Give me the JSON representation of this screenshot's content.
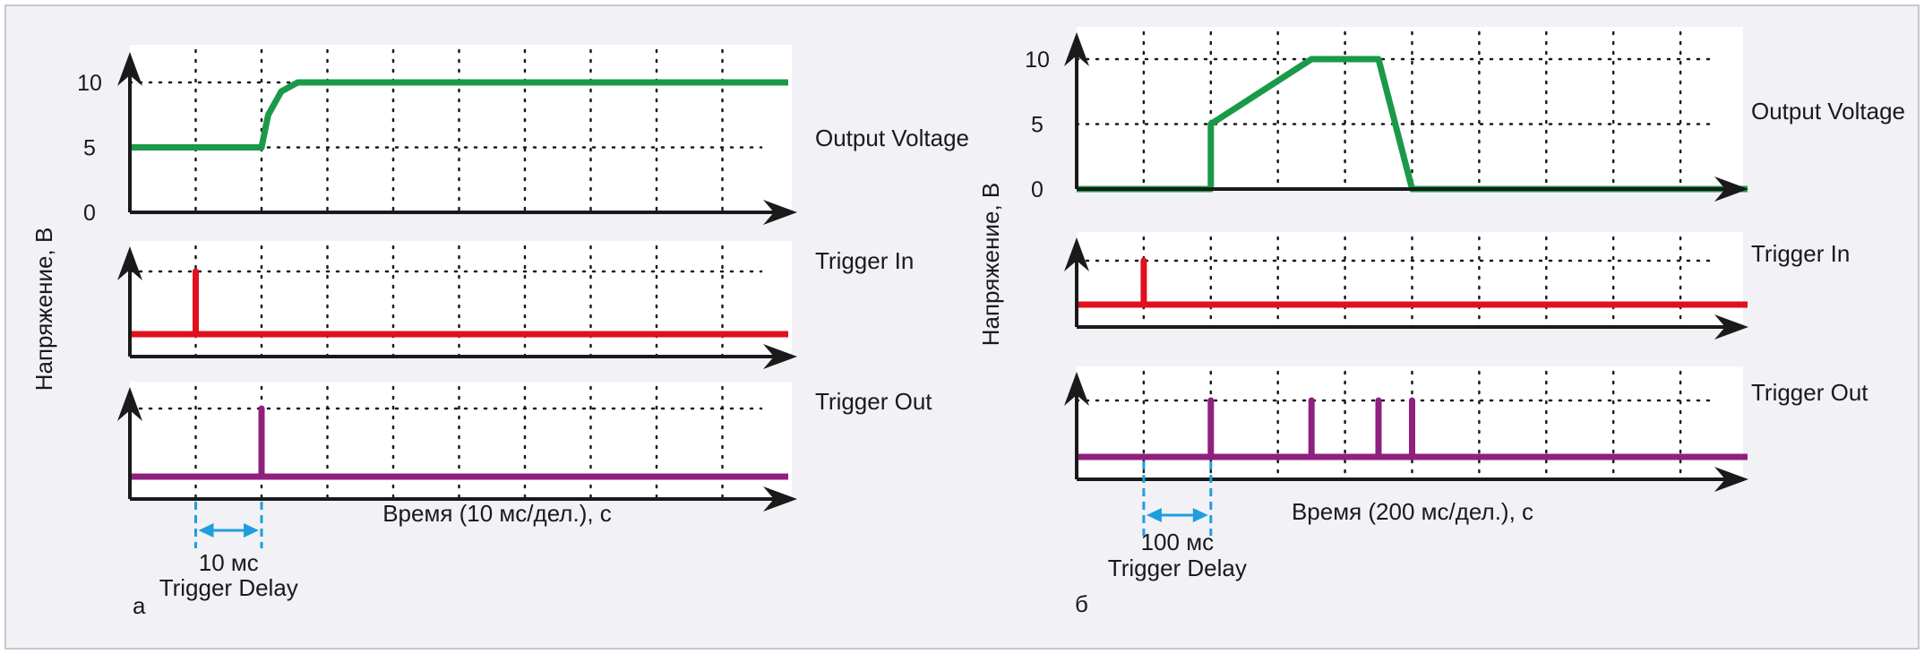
{
  "chart_data": [
    {
      "type": "line",
      "panel_label": "а",
      "ylabel": "Напряжение, В",
      "xlabel": "Время (10 мс/дел.), с",
      "x_divisions": 10,
      "x_unit_per_division": "10 мс",
      "subplots": [
        {
          "signal": "Output Voltage",
          "color": "#1a9a48",
          "yticks": [
            "10",
            "5",
            "0"
          ],
          "ylim": [
            0,
            12
          ],
          "points": [
            [
              0,
              5
            ],
            [
              2,
              5
            ],
            [
              2.1,
              7.5
            ],
            [
              2.3,
              9.3
            ],
            [
              2.55,
              10
            ],
            [
              10,
              10
            ]
          ]
        },
        {
          "signal": "Trigger In",
          "color": "#e0101e",
          "yticks": [],
          "ylim": [
            0,
            1.35
          ],
          "points": [
            [
              0,
              0
            ],
            [
              1,
              0
            ],
            [
              1,
              1
            ],
            [
              1,
              0
            ],
            [
              10,
              0
            ]
          ]
        },
        {
          "signal": "Trigger Out",
          "color": "#90207f",
          "yticks": [],
          "ylim": [
            0,
            1.35
          ],
          "points": [
            [
              0,
              0
            ],
            [
              2,
              0
            ],
            [
              2,
              1
            ],
            [
              2,
              0
            ],
            [
              10,
              0
            ]
          ]
        }
      ],
      "annotation": {
        "from_x": 1,
        "to_x": 2,
        "value": "10 мс",
        "label": "Trigger Delay"
      }
    },
    {
      "type": "line",
      "panel_label": "б",
      "ylabel": "Напряжение, В",
      "xlabel": "Время (200 мс/дел.), с",
      "x_divisions": 10,
      "x_unit_per_division": "200 мс",
      "subplots": [
        {
          "signal": "Output Voltage",
          "color": "#1a9a48",
          "yticks": [
            "10",
            "5",
            "0"
          ],
          "ylim": [
            0,
            12
          ],
          "points": [
            [
              0,
              0
            ],
            [
              2,
              0
            ],
            [
              2,
              5
            ],
            [
              3.5,
              10
            ],
            [
              4.5,
              10
            ],
            [
              5,
              0
            ],
            [
              10,
              0
            ]
          ]
        },
        {
          "signal": "Trigger In",
          "color": "#e0101e",
          "yticks": [],
          "ylim": [
            0,
            1.35
          ],
          "points": [
            [
              0,
              0
            ],
            [
              1,
              0
            ],
            [
              1,
              1
            ],
            [
              1,
              0
            ],
            [
              10,
              0
            ]
          ]
        },
        {
          "signal": "Trigger Out",
          "color": "#90207f",
          "yticks": [],
          "ylim": [
            0,
            1.35
          ],
          "points": [
            [
              0,
              0
            ],
            [
              2,
              0
            ],
            [
              2,
              1
            ],
            [
              2,
              0
            ],
            [
              3.5,
              0
            ],
            [
              3.5,
              1
            ],
            [
              3.5,
              0
            ],
            [
              4.5,
              0
            ],
            [
              4.5,
              1
            ],
            [
              4.5,
              0
            ],
            [
              5,
              0
            ],
            [
              5,
              1
            ],
            [
              5,
              0
            ],
            [
              10,
              0
            ]
          ]
        }
      ],
      "annotation": {
        "from_x": 1,
        "to_x": 2,
        "value": "100 мс",
        "label": "Trigger Delay"
      }
    }
  ]
}
